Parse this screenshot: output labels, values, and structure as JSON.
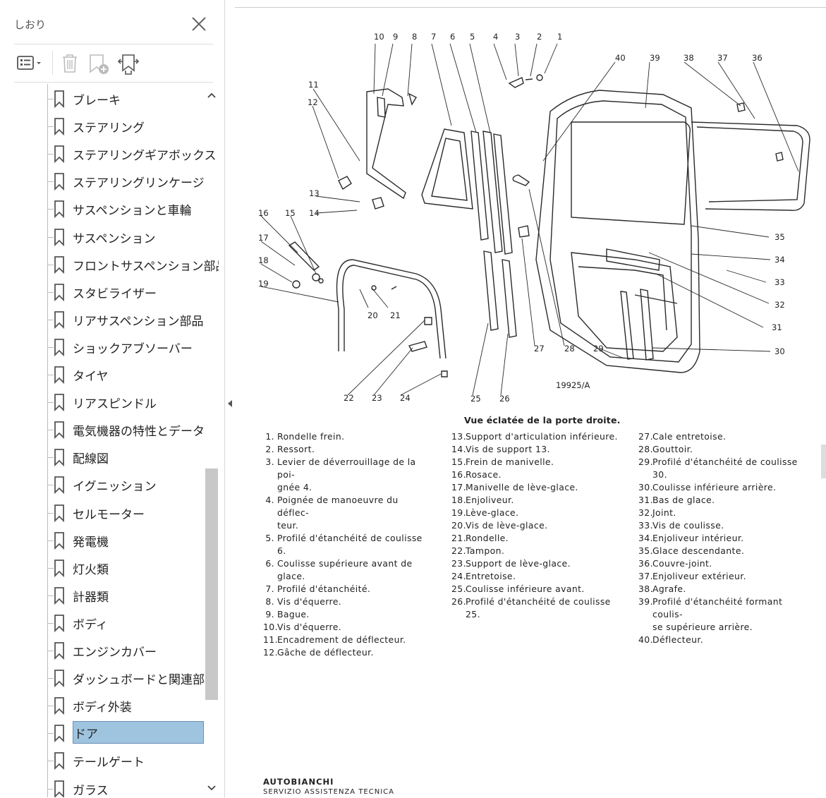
{
  "panel": {
    "title": "しおり",
    "bookmarks": [
      {
        "label": "ブレーキ"
      },
      {
        "label": "ステアリング"
      },
      {
        "label": "ステアリングギアボックス"
      },
      {
        "label": "ステアリングリンケージ"
      },
      {
        "label": "サスペンションと車輪"
      },
      {
        "label": "サスペンション"
      },
      {
        "label": "フロントサスペンション部品"
      },
      {
        "label": "スタビライザー"
      },
      {
        "label": "リアサスペンション部品"
      },
      {
        "label": "ショックアブソーバー"
      },
      {
        "label": "タイヤ"
      },
      {
        "label": "リアスピンドル"
      },
      {
        "label": "電気機器の特性とデータ"
      },
      {
        "label": "配線図"
      },
      {
        "label": "イグニッション"
      },
      {
        "label": "セルモーター"
      },
      {
        "label": "発電機"
      },
      {
        "label": "灯火類"
      },
      {
        "label": "計器類"
      },
      {
        "label": "ボディ"
      },
      {
        "label": "エンジンカバー"
      },
      {
        "label": "ダッシュボードと関連部品"
      },
      {
        "label": "ボディ外装"
      },
      {
        "label": "ドア",
        "selected": true
      },
      {
        "label": "テールゲート"
      },
      {
        "label": "ガラス"
      }
    ],
    "scroll_position": 0.55
  },
  "document": {
    "figure_ref": "19925/A",
    "caption": "Vue éclatée de la porte droite.",
    "part_numbers": [
      "1",
      "2",
      "3",
      "4",
      "5",
      "6",
      "7",
      "8",
      "9",
      "10",
      "11",
      "12",
      "13",
      "14",
      "15",
      "16",
      "17",
      "18",
      "19",
      "20",
      "21",
      "22",
      "23",
      "24",
      "25",
      "26",
      "27",
      "28",
      "29",
      "30",
      "31",
      "32",
      "33",
      "34",
      "35",
      "36",
      "37",
      "38",
      "39",
      "40"
    ],
    "legend": [
      [
        {
          "num": "1.",
          "text": "Rondelle frein."
        },
        {
          "num": "2.",
          "text": "Ressort."
        },
        {
          "num": "3.",
          "text": "Levier de déverrouillage de la poi-",
          "cont": "gnée 4."
        },
        {
          "num": "4.",
          "text": "Poignée de manoeuvre du déflec-",
          "cont": "teur."
        },
        {
          "num": "5.",
          "text": "Profilé d'étanchéité de coulisse 6."
        },
        {
          "num": "6.",
          "text": "Coulisse supérieure avant de glace."
        },
        {
          "num": "7.",
          "text": "Profilé d'étanchéité."
        },
        {
          "num": "8.",
          "text": "Vis d'équerre."
        },
        {
          "num": "9.",
          "text": "Bague."
        },
        {
          "num": "10.",
          "text": "Vis d'équerre."
        },
        {
          "num": "11.",
          "text": "Encadrement de déflecteur."
        },
        {
          "num": "12.",
          "text": "Gâche de déflecteur."
        }
      ],
      [
        {
          "num": "13.",
          "text": "Support d'articulation inférieure."
        },
        {
          "num": "14.",
          "text": "Vis de support 13."
        },
        {
          "num": "15.",
          "text": "Frein de manivelle."
        },
        {
          "num": "16.",
          "text": "Rosace."
        },
        {
          "num": "17.",
          "text": "Manivelle de lève-glace."
        },
        {
          "num": "18.",
          "text": "Enjoliveur."
        },
        {
          "num": "19.",
          "text": "Lève-glace."
        },
        {
          "num": "20.",
          "text": "Vis de lève-glace."
        },
        {
          "num": "21.",
          "text": "Rondelle."
        },
        {
          "num": "22.",
          "text": "Tampon."
        },
        {
          "num": "23.",
          "text": "Support de lève-glace."
        },
        {
          "num": "24.",
          "text": "Entretoise."
        },
        {
          "num": "25.",
          "text": "Coulisse inférieure avant."
        },
        {
          "num": "26.",
          "text": "Profilé d'étanchéité de coulisse 25."
        }
      ],
      [
        {
          "num": "27.",
          "text": "Cale entretoise."
        },
        {
          "num": "28.",
          "text": "Gouttoir."
        },
        {
          "num": "29.",
          "text": "Profilé d'étanchéité de coulisse 30."
        },
        {
          "num": "30.",
          "text": "Coulisse inférieure arrière."
        },
        {
          "num": "31.",
          "text": "Bas de glace."
        },
        {
          "num": "32.",
          "text": "Joint."
        },
        {
          "num": "33.",
          "text": "Vis de coulisse."
        },
        {
          "num": "34.",
          "text": "Enjoliveur intérieur."
        },
        {
          "num": "35.",
          "text": "Glace descendante."
        },
        {
          "num": "36.",
          "text": "Couvre-joint."
        },
        {
          "num": "37.",
          "text": "Enjoliveur extérieur."
        },
        {
          "num": "38.",
          "text": "Agrafe."
        },
        {
          "num": "39.",
          "text": "Profilé d'étanchéité formant coulis-",
          "cont": "se supérieure arrière."
        },
        {
          "num": "40.",
          "text": "Déflecteur."
        }
      ]
    ],
    "footer_brand": "AUTOBIANCHI",
    "footer_sub": "SERVIZIO ASSISTENZA TECNICA"
  },
  "colors": {
    "selection_bg": "#9ec4e0",
    "panel_border": "#d6d6d6",
    "icon": "#555555"
  }
}
